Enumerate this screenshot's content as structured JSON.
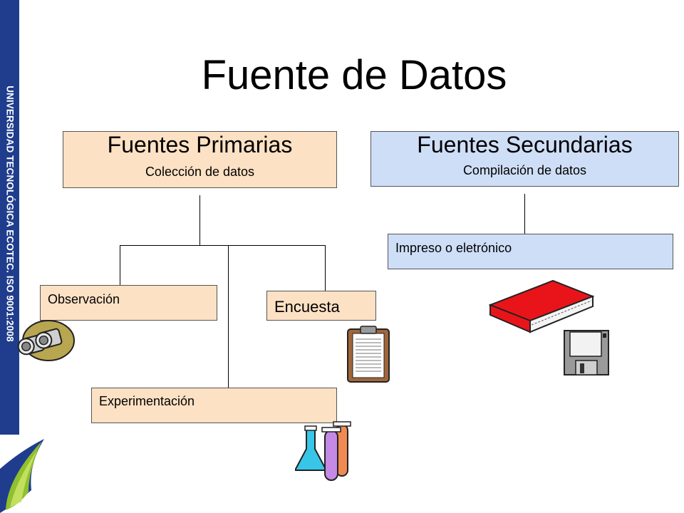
{
  "sidebar": {
    "text": "UNIVERSIDAD TECNOLÓGICA ECOTEC. ISO 9001:2008"
  },
  "title": "Fuente de Datos",
  "primary": {
    "heading": "Fuentes Primarias",
    "subheading": "Colección de datos"
  },
  "secondary": {
    "heading": "Fuentes Secundarias",
    "subheading": "Compilación de datos"
  },
  "methods": {
    "observation": "Observación",
    "survey": "Encuesta",
    "experimentation": "Experimentación",
    "printed": "Impreso o eletrónico"
  },
  "colors": {
    "primary_fill": "#fde1c4",
    "secondary_fill": "#cfdef7",
    "sidebar": "#1f3d8c"
  }
}
